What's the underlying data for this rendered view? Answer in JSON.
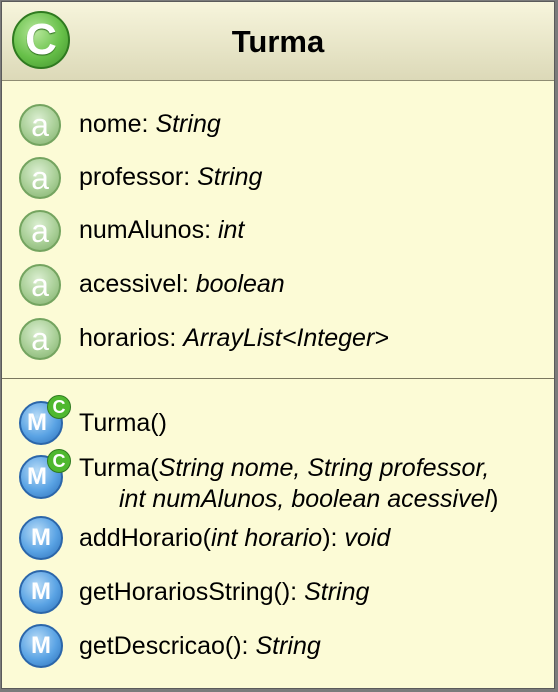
{
  "class": {
    "badge": "C",
    "name": "Turma"
  },
  "attributes": [
    {
      "icon": "a",
      "name": "nome: ",
      "type": "String"
    },
    {
      "icon": "a",
      "name": "professor: ",
      "type": "String"
    },
    {
      "icon": "a",
      "name": "numAlunos: ",
      "type": "int"
    },
    {
      "icon": "a",
      "name": "acessivel: ",
      "type": "boolean"
    },
    {
      "icon": "a",
      "name": "horarios: ",
      "type": "ArrayList<Integer>"
    }
  ],
  "methods": [
    {
      "icon": "M",
      "badge": "C",
      "text": "Turma()"
    },
    {
      "icon": "M",
      "badge": "C",
      "prefix": "Turma(",
      "params1": "String nome, String professor,",
      "params2": "int numAlunos, boolean acessivel",
      "suffix": ")"
    },
    {
      "icon": "M",
      "prefix": "addHorario(",
      "params": "int horario",
      "suffix": "): ",
      "type": "void"
    },
    {
      "icon": "M",
      "prefix": "getHorariosString(): ",
      "type": "String"
    },
    {
      "icon": "M",
      "prefix": "getDescricao(): ",
      "type": "String"
    }
  ],
  "colors": {
    "body": "#fcfbd6",
    "class_icon": "#67c049",
    "attribute_icon": "#a9cf97",
    "method_icon": "#5aa3e4"
  }
}
